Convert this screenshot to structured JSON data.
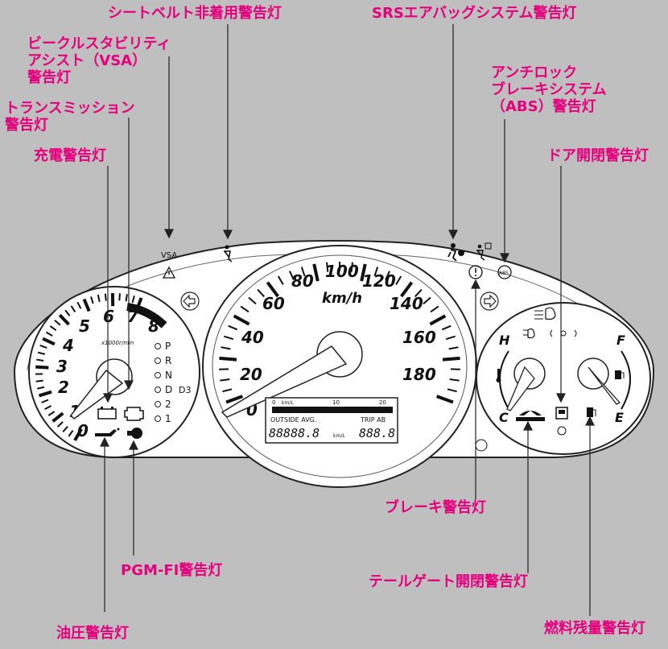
{
  "callouts": {
    "seatbelt": "シートベルト非着用警告灯",
    "srs": "SRSエアバッグシステム警告灯",
    "vsa": [
      "ビークルスタビリティ",
      "アシスト（VSA）",
      "警告灯"
    ],
    "transmission": [
      "トランスミッション",
      "警告灯"
    ],
    "abs": [
      "アンチロック",
      "ブレーキシステム",
      "（ABS）警告灯"
    ],
    "charge": "充電警告灯",
    "door": "ドア開閉警告灯",
    "brake": "ブレーキ警告灯",
    "pgmfi": "PGM-FI警告灯",
    "tailgate": "テールゲート開閉警告灯",
    "oil": "油圧警告灯",
    "fuel": "燃料残量警告灯"
  },
  "cluster": {
    "vsa_label": "VSA",
    "tach_unit": "x1000r/min",
    "tach_ticks": [
      "0",
      "1",
      "2",
      "3",
      "4",
      "5",
      "6",
      "7",
      "8"
    ],
    "speed_unit": "km/h",
    "speed_ticks": [
      "0",
      "20",
      "40",
      "60",
      "80",
      "100",
      "120",
      "140",
      "160",
      "180"
    ],
    "gears": [
      "P",
      "R",
      "N",
      "D",
      "2",
      "1"
    ],
    "d3_label": "D3",
    "temp_hot": "H",
    "temp_cold": "C",
    "fuel_full": "F",
    "fuel_empty": "E",
    "lcd": {
      "scale": [
        "0",
        "km/L",
        "10",
        "20"
      ],
      "left_label": "OUTSIDE AVG.",
      "right_label": "TRIP AB",
      "left_value": "88888.8",
      "left_unit": "km/L",
      "right_value": "888.8"
    }
  }
}
